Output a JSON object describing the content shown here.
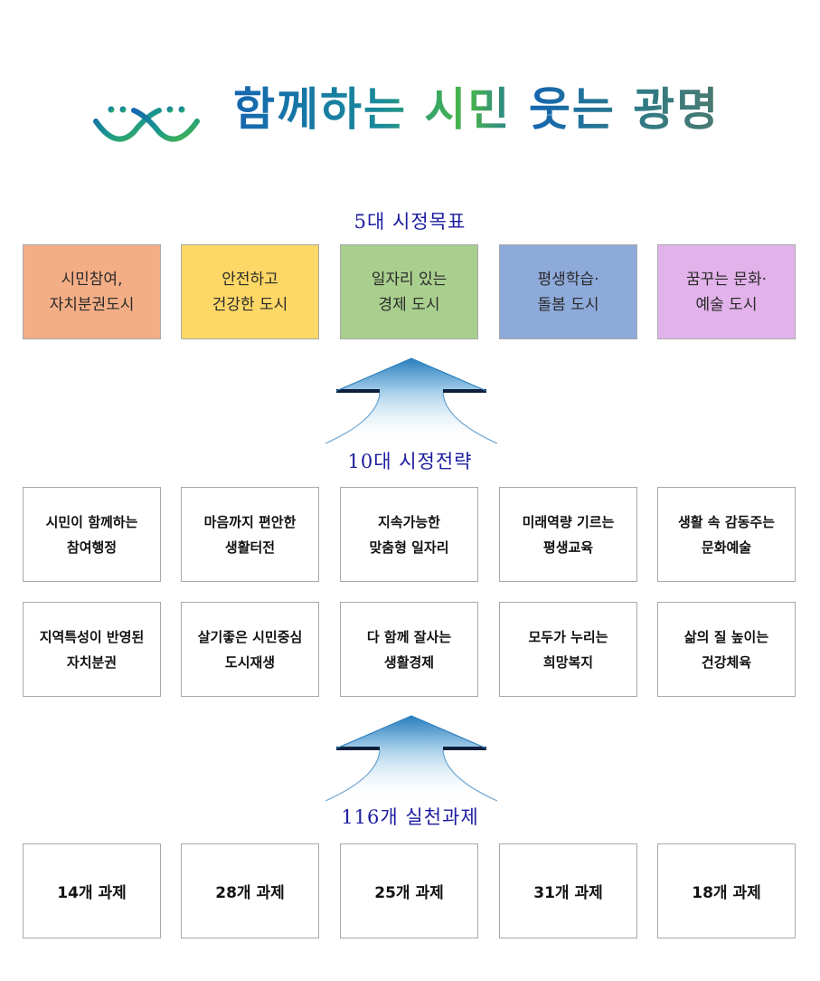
{
  "header": {
    "logo_icon": "two-hands-smile-icon",
    "slogan": "함께하는 시민 웃는 광명",
    "slogan_parts": [
      "함께하는",
      "시민",
      "웃는",
      "광명"
    ],
    "gradient": [
      "#1566b0",
      "#1a9a8a",
      "#4cb748"
    ]
  },
  "goals": {
    "title": "5대 시정목표",
    "items": [
      {
        "label": "시민참여,\n자치분권도시",
        "color": "#f4ae86"
      },
      {
        "label": "안전하고\n건강한 도시",
        "color": "#fdd866"
      },
      {
        "label": "일자리 있는\n경제 도시",
        "color": "#a9cf8e"
      },
      {
        "label": "평생학습·\n돌봄 도시",
        "color": "#8eaadb"
      },
      {
        "label": "꿈꾸는 문화·\n예술 도시",
        "color": "#e2b2ea"
      }
    ]
  },
  "arrow_icon": "up-arrow-icon",
  "strategies": {
    "title": "10대 시정전략",
    "rows": [
      [
        {
          "label": "시민이 함께하는\n참여행정"
        },
        {
          "label": "마음까지 편안한\n생활터전"
        },
        {
          "label": "지속가능한\n맞춤형 일자리"
        },
        {
          "label": "미래역량 기르는\n평생교육"
        },
        {
          "label": "생활 속 감동주는\n문화예술"
        }
      ],
      [
        {
          "label": "지역특성이 반영된\n자치분권"
        },
        {
          "label": "살기좋은 시민중심\n도시재생"
        },
        {
          "label": "다 함께 잘사는\n생활경제"
        },
        {
          "label": "모두가 누리는\n희망복지"
        },
        {
          "label": "삶의 질 높이는\n건강체육"
        }
      ]
    ]
  },
  "tasks": {
    "title": "116개 실천과제",
    "items": [
      {
        "label": "14개 과제"
      },
      {
        "label": "28개 과제"
      },
      {
        "label": "25개 과제"
      },
      {
        "label": "31개 과제"
      },
      {
        "label": "18개 과제"
      }
    ]
  },
  "colors": {
    "title_text": "#1c1ca0",
    "box_border": "#a8a8a8"
  }
}
